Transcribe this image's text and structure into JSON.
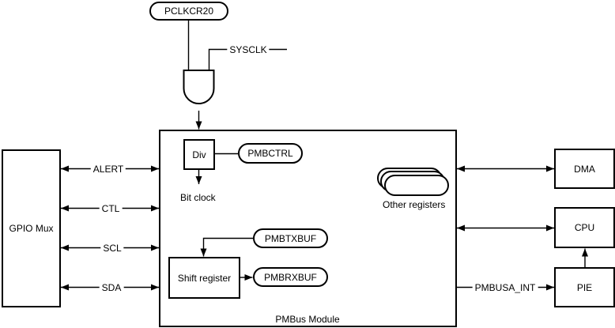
{
  "diagram": {
    "background_color": "#ffffff",
    "line_color": "#000000",
    "clock_register": "PCLKCR20",
    "sysclk_label": "SYSCLK",
    "gpio_mux_label": "GPIO Mux",
    "left_signals": [
      "ALERT",
      "CTL",
      "SCL",
      "SDA"
    ],
    "module": {
      "title": "PMBus Module",
      "divider_label": "Div",
      "ctrl_register": "PMBCTRL",
      "bit_clock_label": "Bit clock",
      "tx_register": "PMBTXBUF",
      "shift_register_label": "Shift register",
      "rx_register": "PMBRXBUF",
      "other_registers_label": "Other registers"
    },
    "right_blocks": {
      "dma": "DMA",
      "cpu": "CPU",
      "pie": "PIE"
    },
    "interrupt_signal": "PMBUSA_INT"
  }
}
